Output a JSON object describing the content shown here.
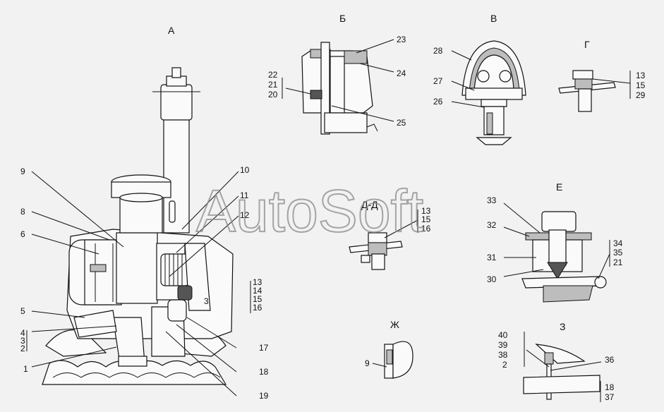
{
  "watermark": "AutoSoft",
  "views": {
    "A": "А",
    "B": "Б",
    "V": "В",
    "G": "Г",
    "DD": "Д-Д",
    "E": "Е",
    "ZH": "Ж",
    "Z": "З"
  },
  "callouts": {
    "n1": "1",
    "n2": "2",
    "n3": "3",
    "n4": "4",
    "n5": "5",
    "n6": "6",
    "n8": "8",
    "n9": "9",
    "n10": "10",
    "n11": "11",
    "n12": "12",
    "n13": "13",
    "n14": "14",
    "n15": "15",
    "n16": "16",
    "n17": "17",
    "n18": "18",
    "n19": "19",
    "n20": "20",
    "n21": "21",
    "n22": "22",
    "n23": "23",
    "n24": "24",
    "n25": "25",
    "n26": "26",
    "n27": "27",
    "n28": "28",
    "n29": "29",
    "n30": "30",
    "n31": "31",
    "n32": "32",
    "n33": "33",
    "n34": "34",
    "n35": "35",
    "n36": "36",
    "n37": "37",
    "n38": "38",
    "n39": "39",
    "n40": "40",
    "z3": "3"
  }
}
